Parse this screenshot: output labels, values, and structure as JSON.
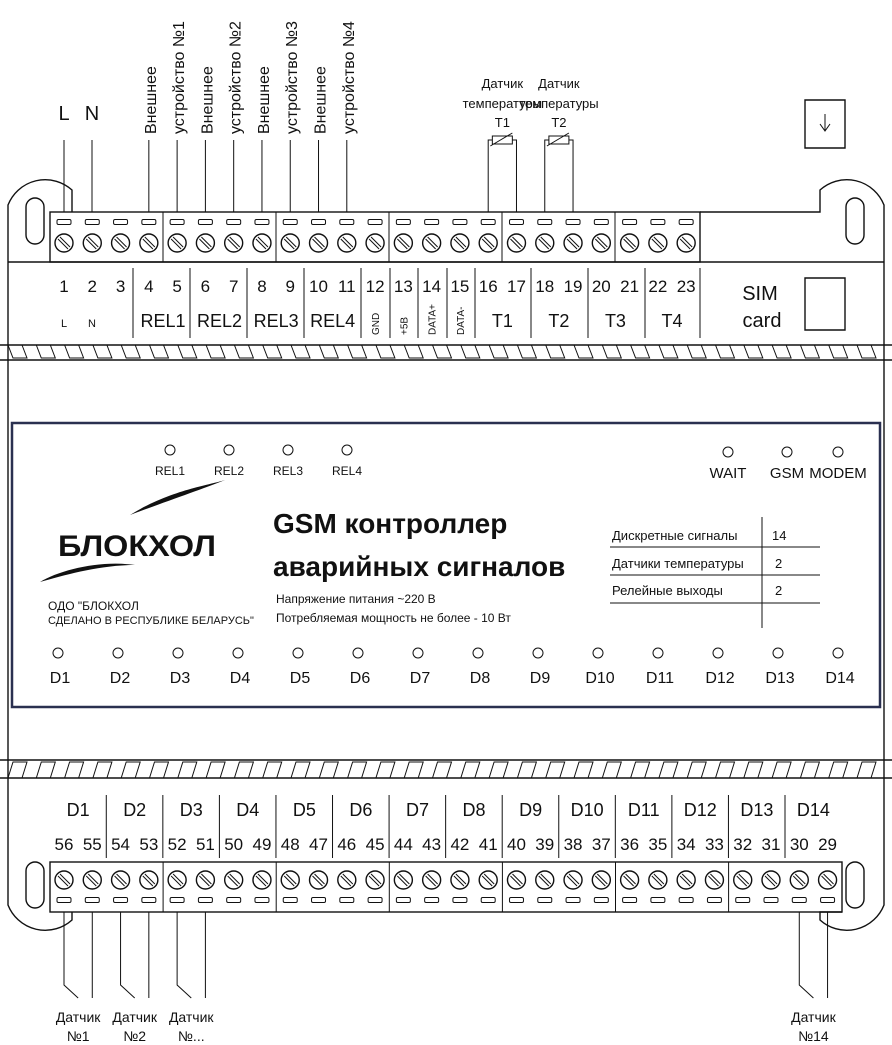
{
  "top_wires": {
    "L": "L",
    "N": "N",
    "devices": [
      {
        "line1": "Внешнее",
        "line2": "устройство №1"
      },
      {
        "line1": "Внешнее",
        "line2": "устройство №2"
      },
      {
        "line1": "Внешнее",
        "line2": "устройство №3"
      },
      {
        "line1": "Внешнее",
        "line2": "устройство №4"
      }
    ],
    "sensors": [
      {
        "line1": "Датчик",
        "line2": "температуры",
        "tag": "T1"
      },
      {
        "line1": "Датчик",
        "line2": "температуры",
        "tag": "T2"
      }
    ]
  },
  "top_terminals": [
    "1",
    "2",
    "3",
    "4",
    "5",
    "6",
    "7",
    "8",
    "9",
    "10",
    "11",
    "12",
    "13",
    "14",
    "15",
    "16",
    "17",
    "18",
    "19",
    "20",
    "21",
    "22",
    "23"
  ],
  "top_labels": {
    "L": "L",
    "N": "N",
    "rel": [
      "REL1",
      "REL2",
      "REL3",
      "REL4"
    ],
    "gnd": "GND",
    "p5": "+5В",
    "dp": "DATA+",
    "dm": "DATA-",
    "t": [
      "T1",
      "T2",
      "T3",
      "T4"
    ]
  },
  "sim": {
    "line1": "SIM",
    "line2": "card"
  },
  "panel": {
    "rel_leds": [
      "REL1",
      "REL2",
      "REL3",
      "REL4"
    ],
    "status_leds": [
      "WAIT",
      "GSM",
      "MODEM"
    ],
    "brand": "БЛОКХОЛ",
    "company": "ОДО \"БЛОКХОЛ",
    "made_in": "СДЕЛАНО В РЕСПУБЛИКЕ БЕЛАРУСЬ\"",
    "title1": "GSM контроллер",
    "title2": "аварийных сигналов",
    "spec1": "Напряжение питания ~220 В",
    "spec2": "Потребляемая мощность не более - 10 Вт",
    "table": [
      {
        "k": "Дискретные сигналы",
        "v": "14"
      },
      {
        "k": "Датчики температуры",
        "v": "2"
      },
      {
        "k": "Релейные выходы",
        "v": "2"
      }
    ],
    "d_leds": [
      "D1",
      "D2",
      "D3",
      "D4",
      "D5",
      "D6",
      "D7",
      "D8",
      "D9",
      "D10",
      "D11",
      "D12",
      "D13",
      "D14"
    ]
  },
  "bottom_groups": [
    "D1",
    "D2",
    "D3",
    "D4",
    "D5",
    "D6",
    "D7",
    "D8",
    "D9",
    "D10",
    "D11",
    "D12",
    "D13",
    "D14"
  ],
  "bottom_terminals": [
    "56",
    "55",
    "54",
    "53",
    "52",
    "51",
    "50",
    "49",
    "48",
    "47",
    "46",
    "45",
    "44",
    "43",
    "42",
    "41",
    "40",
    "39",
    "38",
    "37",
    "36",
    "35",
    "34",
    "33",
    "32",
    "31",
    "30",
    "29"
  ],
  "bottom_sensors": [
    {
      "line1": "Датчик",
      "line2": "№1"
    },
    {
      "line1": "Датчик",
      "line2": "№2"
    },
    {
      "line1": "Датчик",
      "line2": "№..."
    },
    {
      "line1": "Датчик",
      "line2": "№14"
    }
  ],
  "colors": {
    "ink": "#111111",
    "panel_border": "#2a3050"
  }
}
